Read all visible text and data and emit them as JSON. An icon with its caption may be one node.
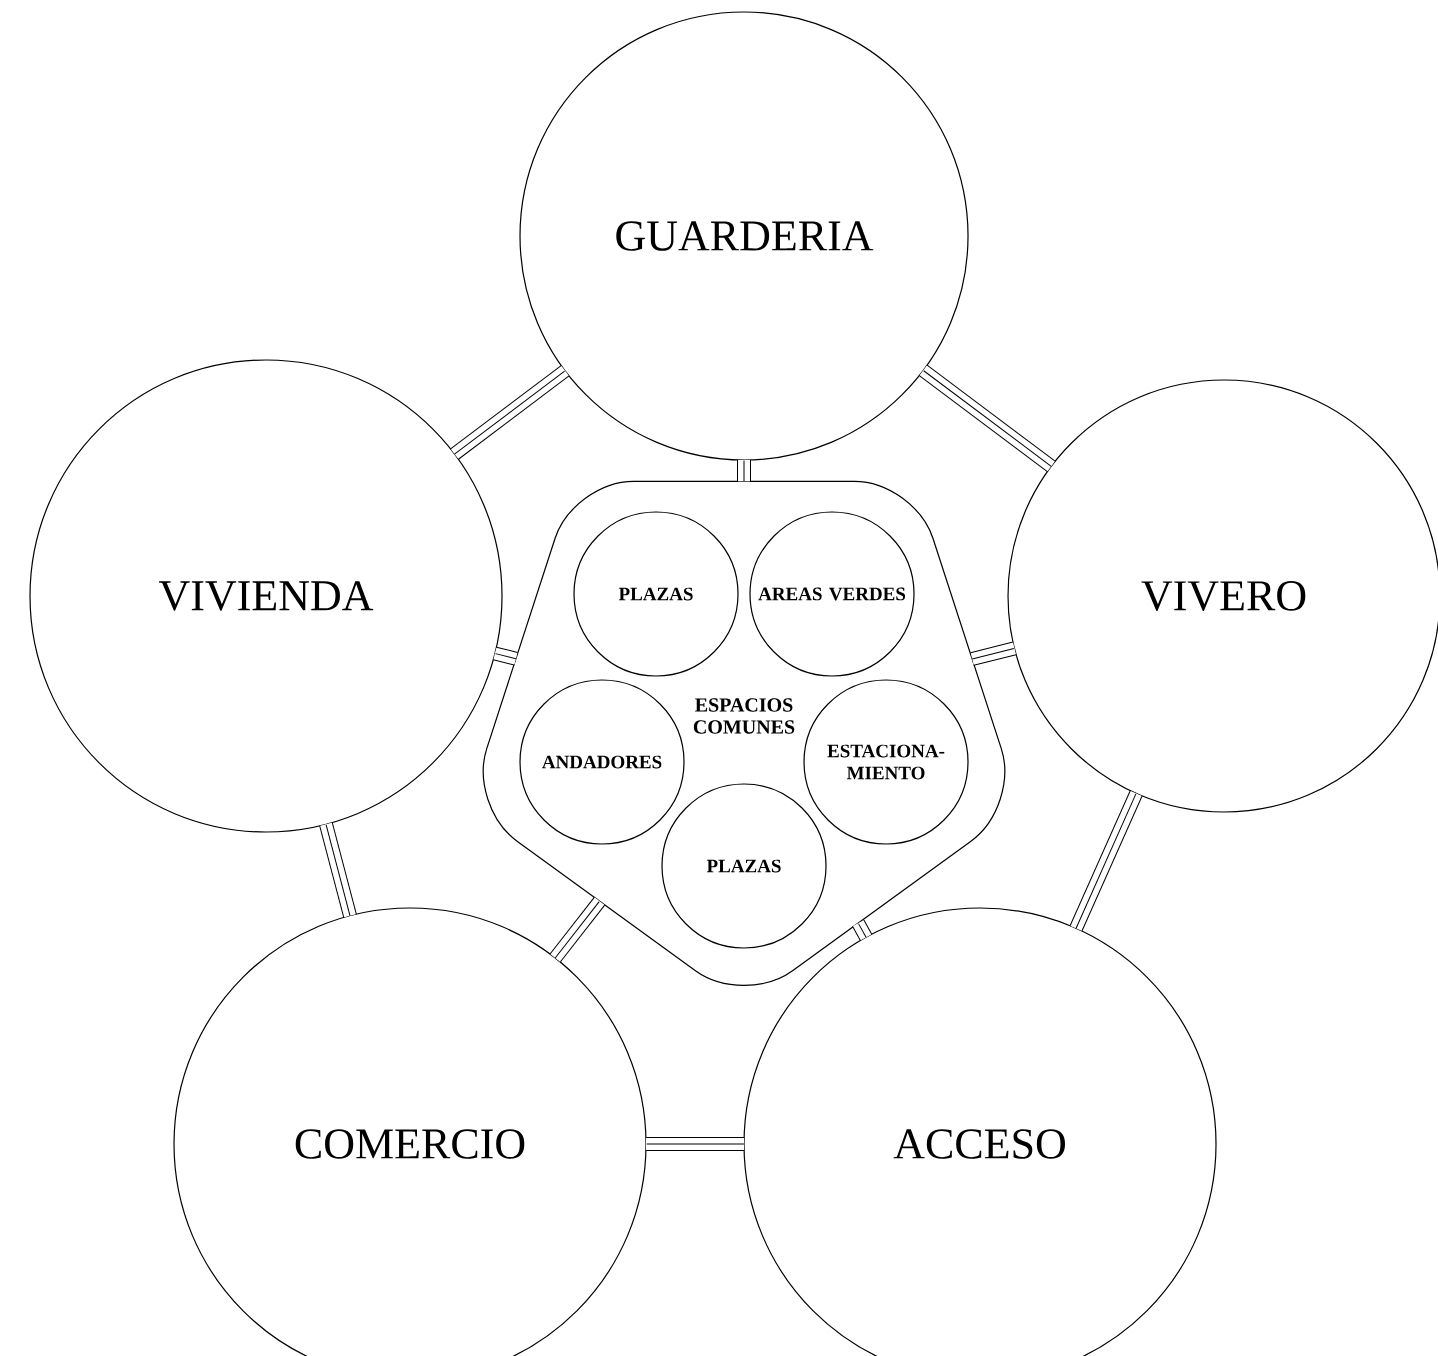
{
  "diagram": {
    "nodes": [
      {
        "text": [
          "GUARDERIA"
        ]
      },
      {
        "text": [
          "VIVIENDA"
        ]
      },
      {
        "text": [
          "VIVERO"
        ]
      },
      {
        "text": [
          "ESPACIOS COMUNES"
        ]
      },
      {
        "text": [
          "PLAZAS"
        ],
        "in": 3
      },
      {
        "text": [
          "AREAS VERDES"
        ],
        "in": 3
      },
      {
        "text": [
          "ANDADORES"
        ],
        "in": 3
      },
      {
        "text": [
          "ESTACIONA- MIENTO"
        ],
        "in": 3
      },
      {
        "text": [
          "PLAZAS"
        ],
        "in": 3
      },
      {
        "text": [
          "COMERCIO"
        ]
      },
      {
        "text": [
          "ACCESO"
        ]
      }
    ],
    "edges": [
      {
        "from": 0,
        "to": 1,
        "arrow": "none"
      },
      {
        "from": 0,
        "to": 2,
        "arrow": "none"
      },
      {
        "from": 0,
        "to": 3,
        "arrow": "none"
      },
      {
        "from": 1,
        "to": 3,
        "arrow": "none"
      },
      {
        "from": 2,
        "to": 3,
        "arrow": "none"
      },
      {
        "from": 1,
        "to": 9,
        "arrow": "none"
      },
      {
        "from": 2,
        "to": 10,
        "arrow": "none"
      },
      {
        "from": 9,
        "to": 10,
        "arrow": "none"
      },
      {
        "from": 3,
        "to": 9,
        "arrow": "none"
      },
      {
        "from": 3,
        "to": 10,
        "arrow": "none"
      }
    ]
  }
}
